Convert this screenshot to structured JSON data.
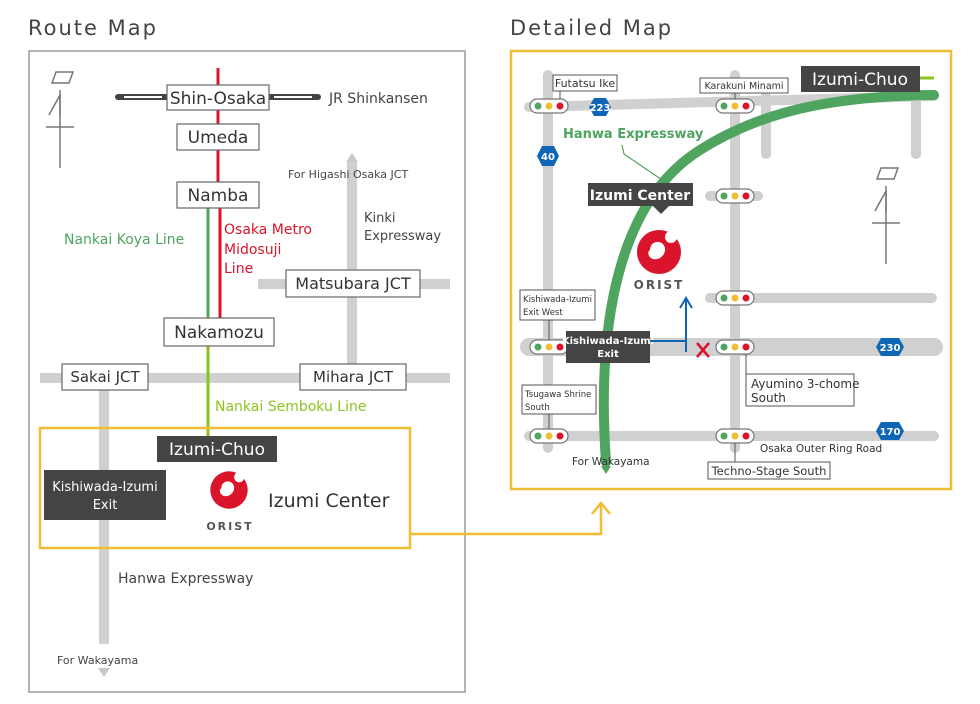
{
  "route_map": {
    "heading": "Route Map",
    "stations": [
      "Shin-Osaka",
      "Umeda",
      "Namba",
      "Nakamozu"
    ],
    "jr_shinkansen": "JR Shinkansen",
    "nankai_koya_line": "Nankai Koya Line",
    "osaka_metro": [
      "Osaka Metro",
      "Midosuji",
      "Line"
    ],
    "for_higashi_osaka": "For Higashi Osaka JCT",
    "kinki_expressway": [
      "Kinki",
      "Expressway"
    ],
    "matsubara_jct": "Matsubara JCT",
    "sakai_jct": "Sakai JCT",
    "mihara_jct": "Mihara JCT",
    "nankai_semboku_line": "Nankai Semboku Line",
    "izumi_chuo": "Izumi-Chuo",
    "kishiwada_exit": [
      "Kishiwada-Izumi",
      "Exit"
    ],
    "izumi_center": "Izumi Center",
    "orist": "ORIST",
    "hanwa_expressway": "Hanwa Expressway",
    "for_wakayama": "For Wakayama"
  },
  "detailed_map": {
    "heading": "Detailed Map",
    "futatsu_ike": "Futatsu Ike",
    "karakuni_minami": "Karakuni Minami",
    "izumi_chuo": "Izumi-Chuo",
    "route_223": "223",
    "route_40": "40",
    "route_230": "230",
    "route_170": "170",
    "hanwa_expressway": "Hanwa Expressway",
    "izumi_center": "Izumi Center",
    "orist": "ORIST",
    "kishiwada_exit_west": [
      "Kishiwada-Izumi",
      "Exit West"
    ],
    "kishiwada_exit": [
      "Kishiwada-Izumi",
      "Exit"
    ],
    "ayumino": [
      "Ayumino 3-chome",
      "South"
    ],
    "tsugawa_shrine": [
      "Tsugawa Shrine",
      "South"
    ],
    "osaka_outer_ring_road": "Osaka Outer Ring Road",
    "techno_stage_south": "Techno-Stage South",
    "for_wakayama": "For Wakayama"
  },
  "colors": {
    "road": "#d0d0d0",
    "expressway_green": "#4fa560",
    "metro_red": "#d9142b",
    "semboku_green": "#8ec31f",
    "highlight_box": "#f0be32",
    "dark_label": "#444444",
    "route_badge": "#0e66b5",
    "orist_red": "#d9142b"
  }
}
